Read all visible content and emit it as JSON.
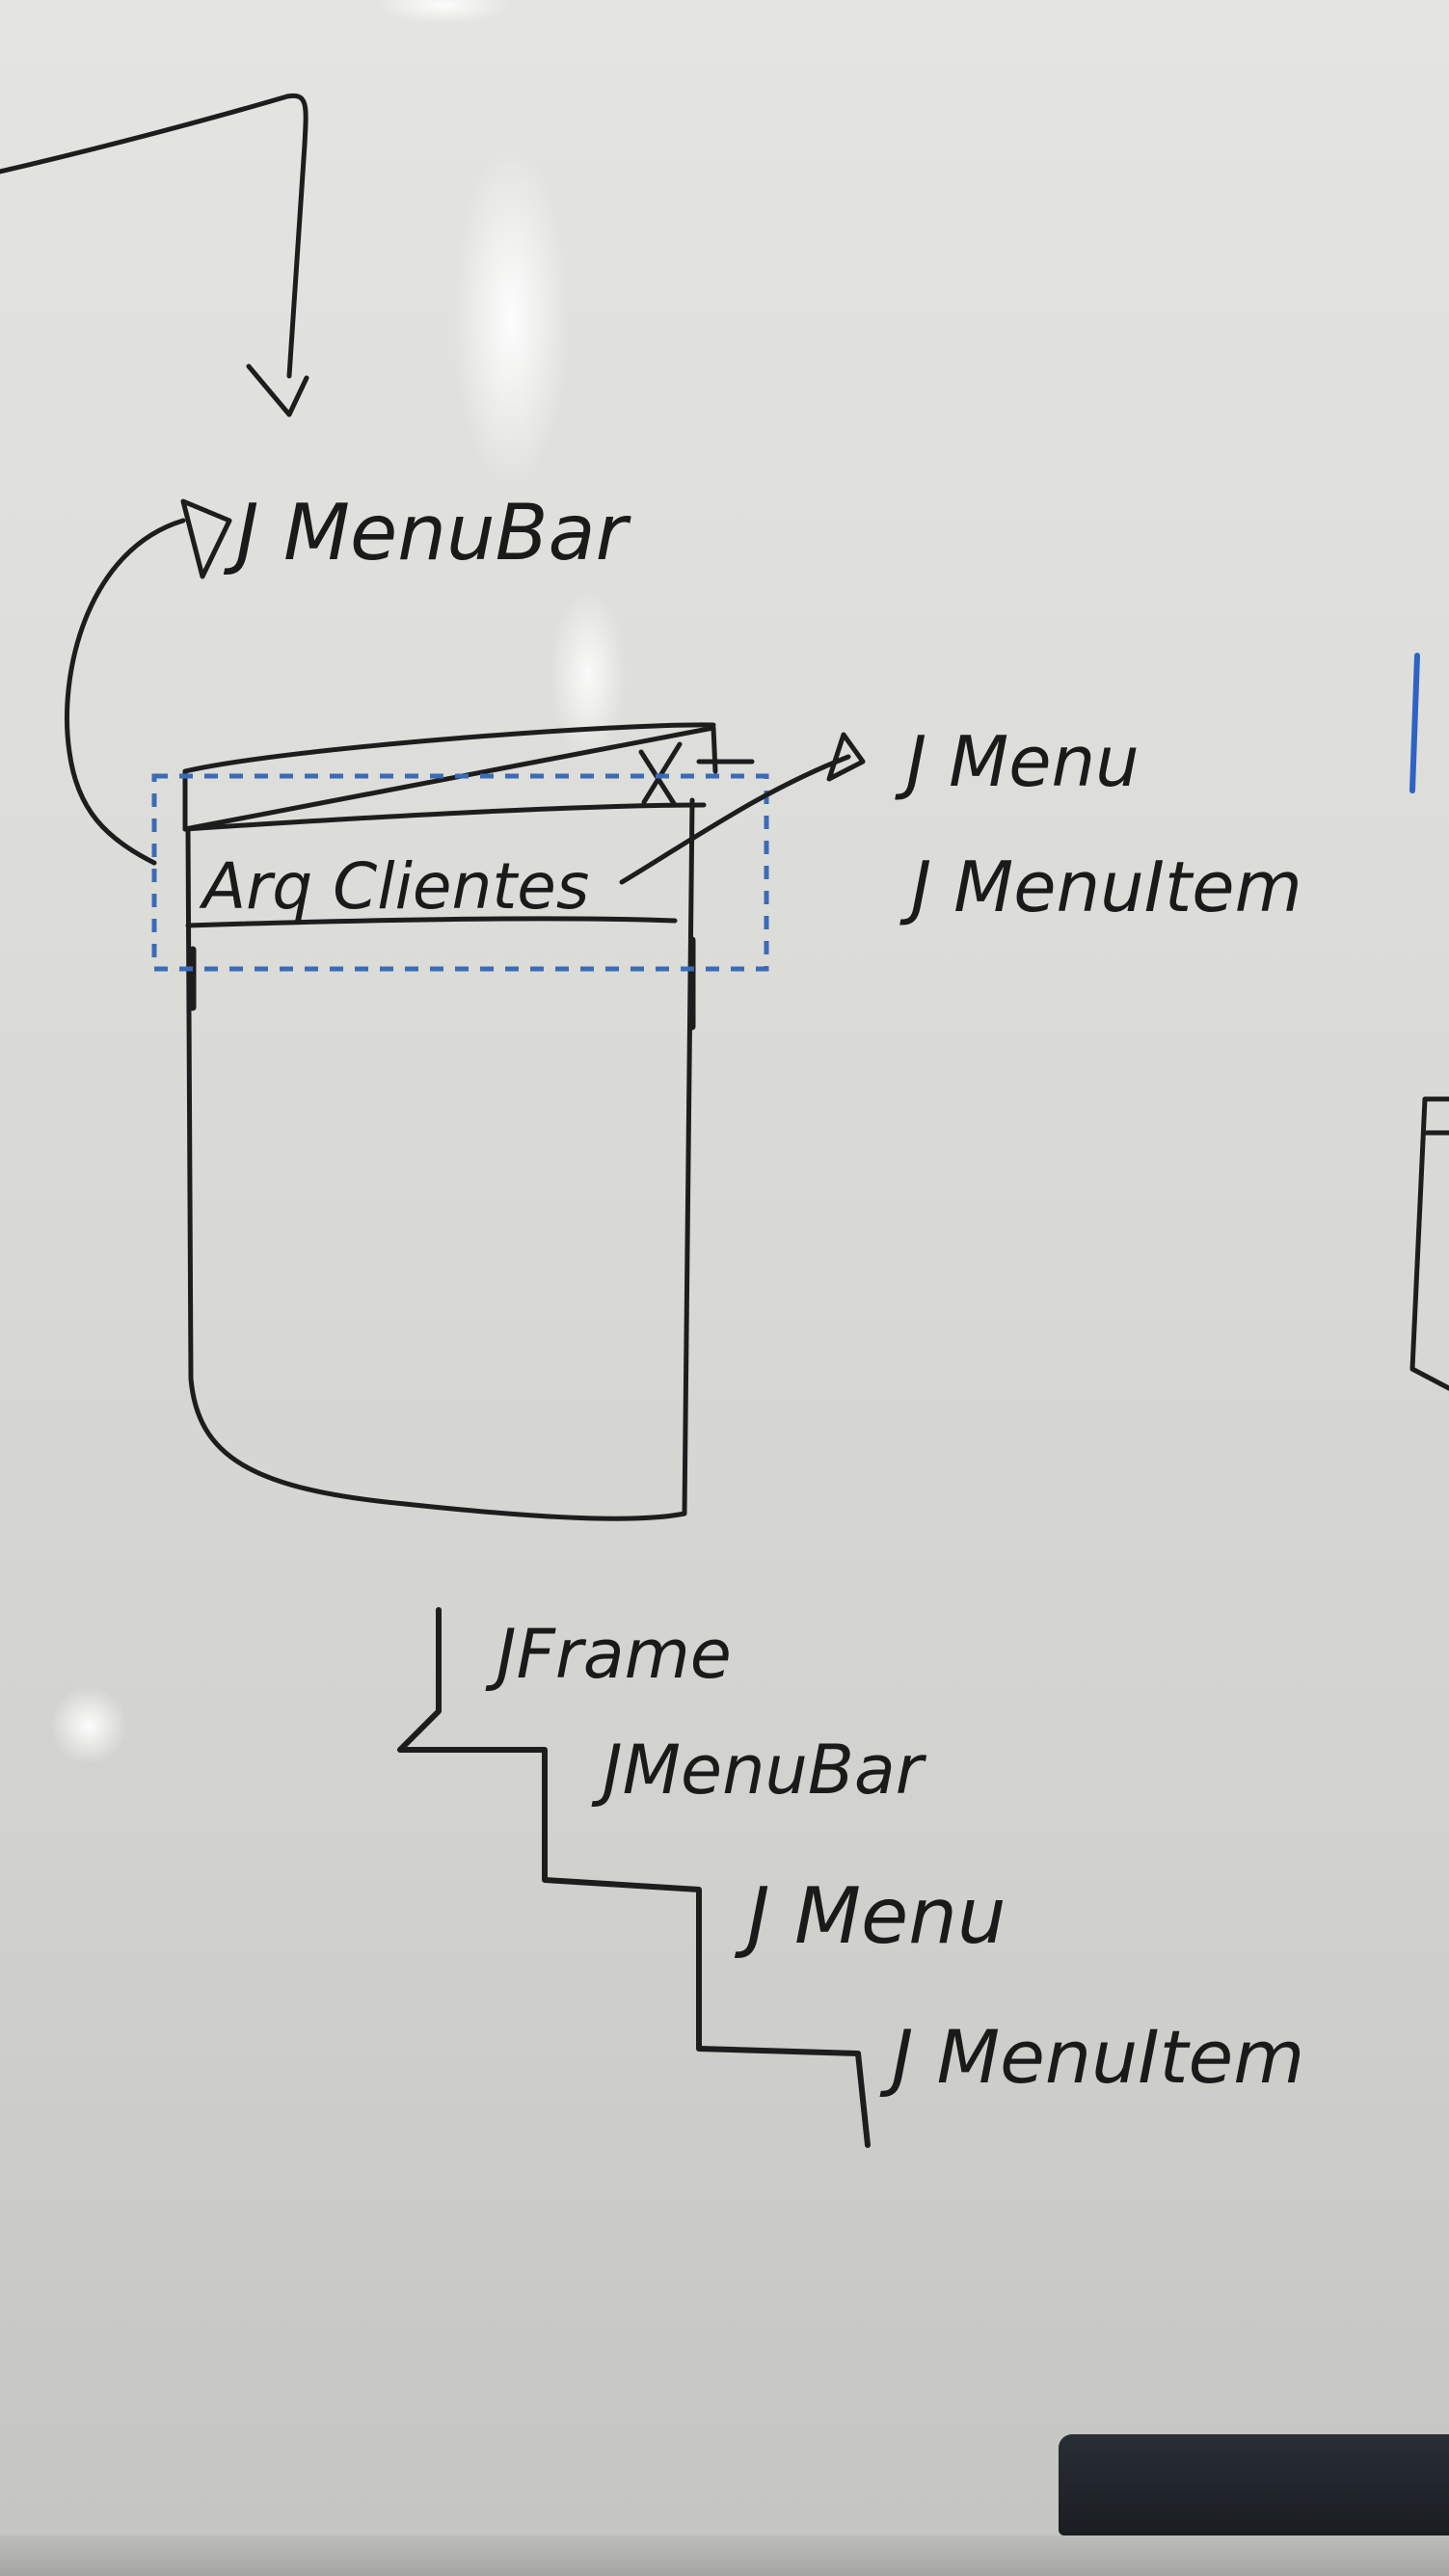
{
  "labels": {
    "menubar_top": "J MenuBar",
    "menu_right": "J Menu",
    "menuitem_right": "J MenuItem",
    "menubar_items": "Arq  Clientes",
    "close_mark": "X"
  },
  "hierarchy": [
    "JFrame",
    "JMenuBar",
    "J Menu",
    "J MenuItem"
  ],
  "colors": {
    "ink": "#1d1d1d",
    "dashed_selection": "#3b6bb5",
    "board": "#dcdcd9"
  }
}
